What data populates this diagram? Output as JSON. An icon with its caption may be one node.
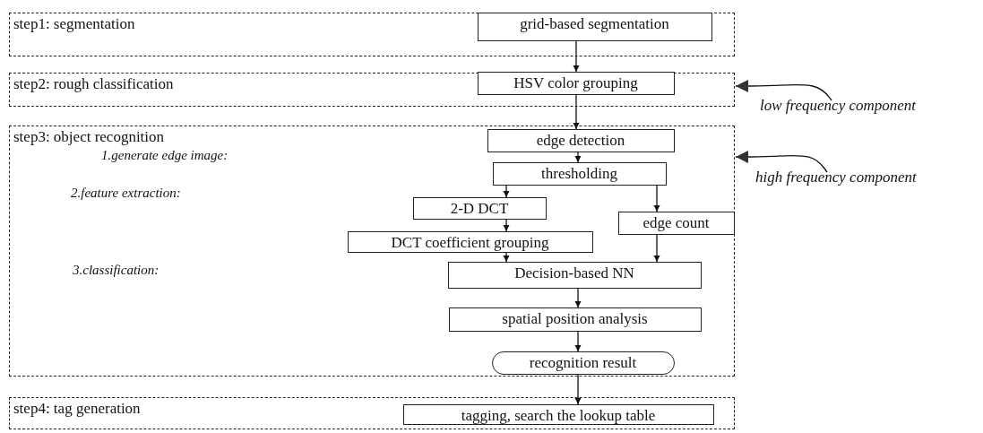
{
  "diagram": {
    "nodes": [
      {
        "text": [
          "step1: segmentation"
        ]
      },
      {
        "text": [
          "grid-based segmentation"
        ],
        "in": 0
      },
      {
        "text": [
          "step2: rough classification"
        ]
      },
      {
        "text": [
          "HSV color grouping"
        ],
        "in": 2
      },
      {
        "text": [
          "step3: object recognition",
          "1.generate edge image:",
          "2.feature extraction:",
          "3.classification:"
        ]
      },
      {
        "text": [
          "edge detection"
        ],
        "in": 4
      },
      {
        "text": [
          "thresholding"
        ],
        "in": 4
      },
      {
        "text": [
          "2-D DCT"
        ],
        "in": 4
      },
      {
        "text": [
          "edge count"
        ],
        "in": 4
      },
      {
        "text": [
          "DCT coefficient grouping"
        ],
        "in": 4
      },
      {
        "text": [
          "Decision-based NN"
        ],
        "in": 4
      },
      {
        "text": [
          "spatial position analysis"
        ],
        "in": 4
      },
      {
        "text": [
          "recognition result"
        ],
        "in": 4
      },
      {
        "text": [
          "step4: tag generation"
        ]
      },
      {
        "text": [
          "tagging, search the lookup table"
        ],
        "in": 13
      },
      {
        "text": [
          "low frequency component"
        ]
      },
      {
        "text": [
          "high frequency component"
        ]
      }
    ],
    "edges": [
      {
        "from": 1,
        "to": 3,
        "arrow": "to"
      },
      {
        "from": 3,
        "to": 5,
        "arrow": "to"
      },
      {
        "from": 5,
        "to": 6,
        "arrow": "to"
      },
      {
        "from": 6,
        "to": 7,
        "arrow": "to"
      },
      {
        "from": 6,
        "to": 8,
        "arrow": "to"
      },
      {
        "from": 7,
        "to": 9,
        "arrow": "to"
      },
      {
        "from": 9,
        "to": 10,
        "arrow": "to"
      },
      {
        "from": 8,
        "to": 10,
        "arrow": "to"
      },
      {
        "from": 10,
        "to": 11,
        "arrow": "to"
      },
      {
        "from": 11,
        "to": 12,
        "arrow": "to"
      },
      {
        "from": 12,
        "to": 14,
        "arrow": "to"
      },
      {
        "from": 15,
        "to": 2,
        "arrow": "to"
      },
      {
        "from": 16,
        "to": 4,
        "arrow": "to"
      }
    ]
  }
}
